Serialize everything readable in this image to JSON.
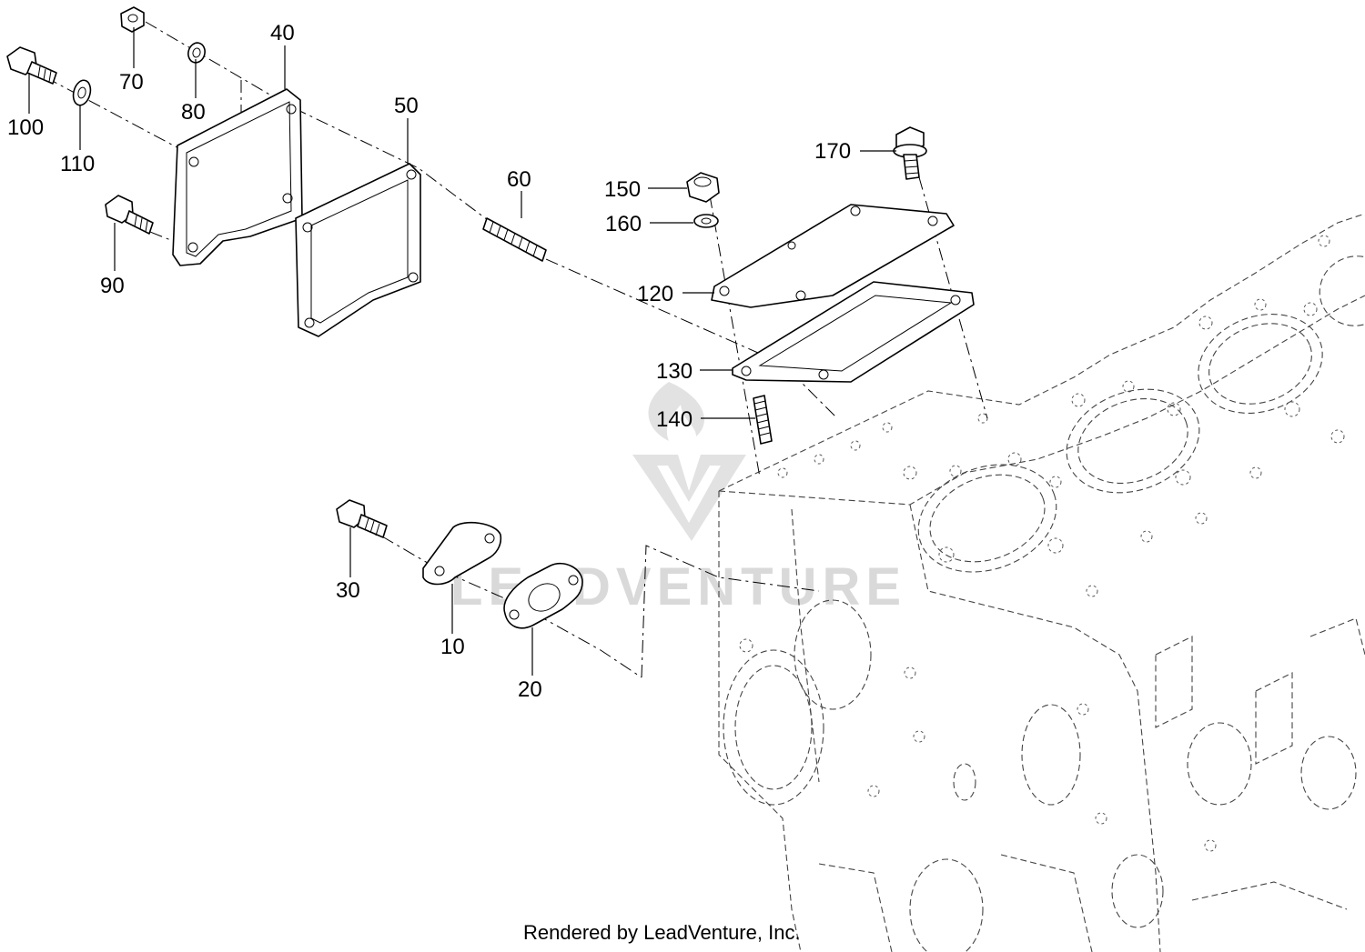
{
  "callouts": {
    "p10": "10",
    "p20": "20",
    "p30": "30",
    "p40": "40",
    "p50": "50",
    "p60": "60",
    "p70": "70",
    "p80": "80",
    "p90": "90",
    "p100": "100",
    "p110": "110",
    "p120": "120",
    "p130": "130",
    "p140": "140",
    "p150": "150",
    "p160": "160",
    "p170": "170"
  },
  "watermark": {
    "text": "LEADVENTURE",
    "logo_icon": "leadventure-logo-icon"
  },
  "footer": {
    "credit": "Rendered by LeadVenture, Inc."
  },
  "colors": {
    "line": "#000000",
    "background": "#ffffff",
    "watermark": "#d9d9d9"
  }
}
